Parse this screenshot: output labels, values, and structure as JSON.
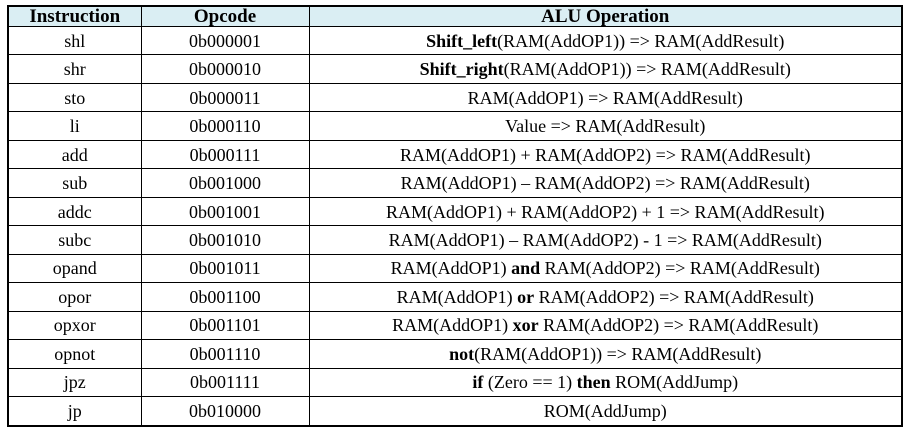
{
  "table": {
    "columns": [
      "Instruction",
      "Opcode",
      "ALU Operation"
    ],
    "rows": [
      {
        "instruction": "shl",
        "opcode": "0b000001",
        "operation": [
          {
            "text": "Shift_left",
            "bold": true
          },
          {
            "text": "(RAM(AddOP1)) => RAM(AddResult)",
            "bold": false
          }
        ]
      },
      {
        "instruction": "shr",
        "opcode": "0b000010",
        "operation": [
          {
            "text": "Shift_right",
            "bold": true
          },
          {
            "text": "(RAM(AddOP1)) => RAM(AddResult)",
            "bold": false
          }
        ]
      },
      {
        "instruction": "sto",
        "opcode": "0b000011",
        "operation": [
          {
            "text": "RAM(AddOP1) => RAM(AddResult)",
            "bold": false
          }
        ]
      },
      {
        "instruction": "li",
        "opcode": "0b000110",
        "operation": [
          {
            "text": "Value => RAM(AddResult)",
            "bold": false
          }
        ]
      },
      {
        "instruction": "add",
        "opcode": "0b000111",
        "operation": [
          {
            "text": "RAM(AddOP1) + RAM(AddOP2) => RAM(AddResult)",
            "bold": false
          }
        ]
      },
      {
        "instruction": "sub",
        "opcode": "0b001000",
        "operation": [
          {
            "text": "RAM(AddOP1) – RAM(AddOP2) => RAM(AddResult)",
            "bold": false
          }
        ]
      },
      {
        "instruction": "addc",
        "opcode": "0b001001",
        "operation": [
          {
            "text": "RAM(AddOP1) + RAM(AddOP2) + 1 => RAM(AddResult)",
            "bold": false
          }
        ]
      },
      {
        "instruction": "subc",
        "opcode": "0b001010",
        "operation": [
          {
            "text": "RAM(AddOP1) – RAM(AddOP2) - 1 => RAM(AddResult)",
            "bold": false
          }
        ]
      },
      {
        "instruction": "opand",
        "opcode": "0b001011",
        "operation": [
          {
            "text": "RAM(AddOP1) ",
            "bold": false
          },
          {
            "text": "and",
            "bold": true
          },
          {
            "text": " RAM(AddOP2) => RAM(AddResult)",
            "bold": false
          }
        ]
      },
      {
        "instruction": "opor",
        "opcode": "0b001100",
        "operation": [
          {
            "text": "RAM(AddOP1) ",
            "bold": false
          },
          {
            "text": "or",
            "bold": true
          },
          {
            "text": " RAM(AddOP2) => RAM(AddResult)",
            "bold": false
          }
        ]
      },
      {
        "instruction": "opxor",
        "opcode": "0b001101",
        "operation": [
          {
            "text": "RAM(AddOP1) ",
            "bold": false
          },
          {
            "text": "xor",
            "bold": true
          },
          {
            "text": " RAM(AddOP2) => RAM(AddResult)",
            "bold": false
          }
        ]
      },
      {
        "instruction": "opnot",
        "opcode": "0b001110",
        "operation": [
          {
            "text": "not",
            "bold": true
          },
          {
            "text": "(RAM(AddOP1)) => RAM(AddResult)",
            "bold": false
          }
        ]
      },
      {
        "instruction": "jpz",
        "opcode": "0b001111",
        "operation": [
          {
            "text": "if",
            "bold": true
          },
          {
            "text": " (Zero == 1) ",
            "bold": false
          },
          {
            "text": "then",
            "bold": true
          },
          {
            "text": " ROM(AddJump)",
            "bold": false
          }
        ]
      },
      {
        "instruction": "jp",
        "opcode": "0b010000",
        "operation": [
          {
            "text": "ROM(AddJump)",
            "bold": false
          }
        ]
      }
    ]
  },
  "colors": {
    "header_bg": "#daeef3",
    "border": "#000000",
    "text": "#000000"
  }
}
